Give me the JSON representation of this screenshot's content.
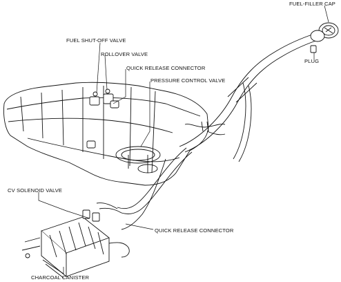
{
  "labels": {
    "fuel_filler_cap": "FUEL-FILLER CAP",
    "plug": "PLUG",
    "fuel_shutoff_valve": "FUEL SHUT-OFF VALVE",
    "rollover_valve": "ROLLOVER VALVE",
    "quick_release_connector_top": "QUICK RELEASE CONNECTOR",
    "pressure_control_valve": "PRESSURE CONTROL VALVE",
    "cv_solenoid_valve": "CV SOLENOID VALVE",
    "quick_release_connector_bottom": "QUICK RELEASE CONNECTOR",
    "charcoal_canister": "CHARCOAL CANISTER"
  },
  "colors": {
    "line": "#111111",
    "background": "#ffffff"
  }
}
